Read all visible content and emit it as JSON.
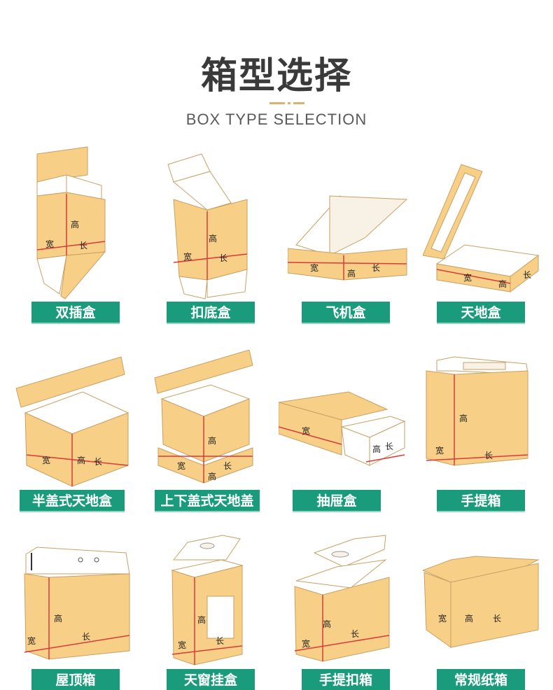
{
  "header": {
    "title": "箱型选择",
    "subtitle": "BOX TYPE SELECTION"
  },
  "colors": {
    "kraft": "#f7cf87",
    "kraft_dark": "#e9b867",
    "edge": "#c9a063",
    "white": "#ffffff",
    "dim_line": "#d93a3a",
    "label_bg": "#1a9c7c",
    "divider": "#d8b472"
  },
  "dimensions": {
    "height": "高",
    "length": "长",
    "width": "宽"
  },
  "boxes": [
    {
      "name": "双插盒"
    },
    {
      "name": "扣底盒"
    },
    {
      "name": "飞机盒"
    },
    {
      "name": "天地盒"
    },
    {
      "name": "半盖式天地盒"
    },
    {
      "name": "上下盖式天地盖"
    },
    {
      "name": "抽屉盒"
    },
    {
      "name": "手提箱"
    },
    {
      "name": "屋顶箱"
    },
    {
      "name": "天窗挂盒"
    },
    {
      "name": "手提扣箱"
    },
    {
      "name": "常规纸箱"
    }
  ]
}
